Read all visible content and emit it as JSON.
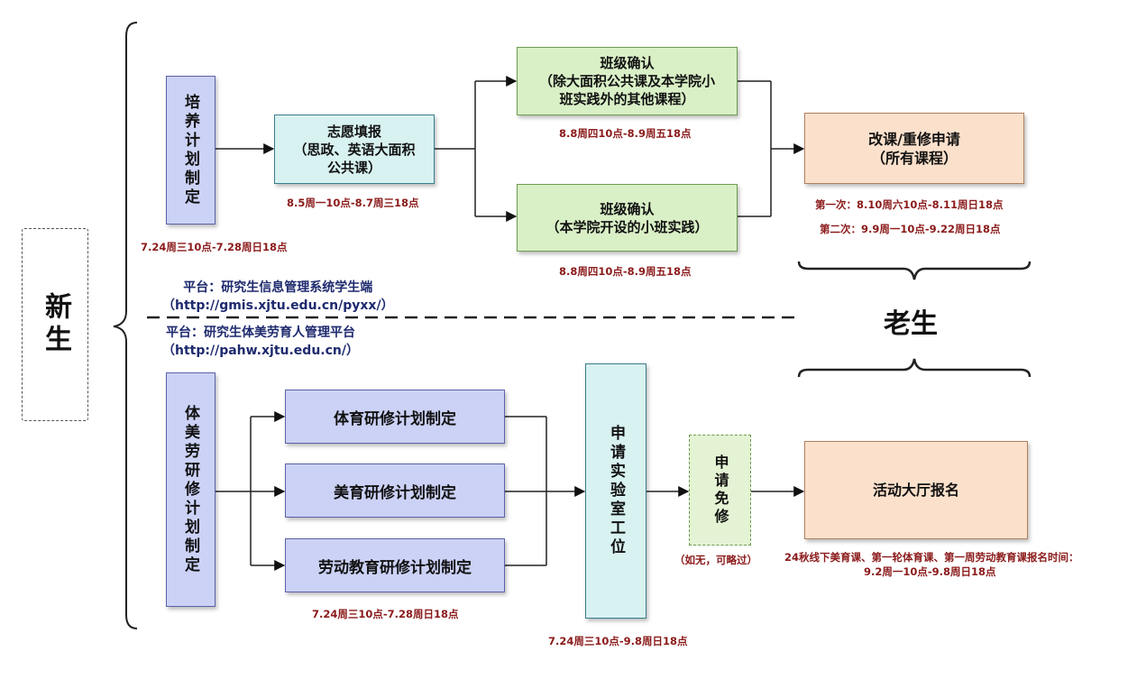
{
  "labels": {
    "new_student": "新生",
    "old_student": "老生"
  },
  "platforms": {
    "gmis": {
      "line1": "平台：研究生信息管理系统学生端",
      "line2": "（http://gmis.xjtu.edu.cn/pyxx/）"
    },
    "pahw": {
      "line1": "平台：研究生体美劳育人管理平台",
      "line2": "（http://pahw.xjtu.edu.cn/）"
    }
  },
  "upper_flow": {
    "plan": {
      "label": "培养计划制定",
      "date": "7.24周三10点-7.28周日18点"
    },
    "volunteer": {
      "line1": "志愿填报",
      "line2": "（思政、英语大面积",
      "line3": "公共课）",
      "date": "8.5周一10点-8.7周三18点"
    },
    "class_confirm_1": {
      "line1": "班级确认",
      "line2": "（除大面积公共课及本学院小",
      "line3": "班实践外的其他课程）",
      "date": "8.8周四10点-8.9周五18点"
    },
    "class_confirm_2": {
      "line1": "班级确认",
      "line2": "（本学院开设的小班实践）",
      "date": "8.8周四10点-8.9周五18点"
    },
    "change_course": {
      "line1": "改课/重修申请",
      "line2": "（所有课程）",
      "date1": "第一次：8.10周六10点-8.11周日18点",
      "date2": "第二次：9.9周一10点-9.22周日18点"
    }
  },
  "lower_flow": {
    "plan": {
      "label": "体美劳研修计划制定"
    },
    "pe": {
      "label": "体育研修计划制定"
    },
    "art": {
      "label": "美育研修计划制定"
    },
    "labor": {
      "label": "劳动教育研修计划制定",
      "date": "7.24周三10点-7.28周日18点"
    },
    "lab": {
      "label": "申请实验室工位",
      "date": "7.24周三10点-9.8周日18点"
    },
    "exempt": {
      "label": "申请免修",
      "note": "（如无，可略过）"
    },
    "signup": {
      "label": "活动大厅报名",
      "note1": "24秋线下美育课、第一轮体育课、第一周劳动教育课报名时间：",
      "note2": "9.2周一10点-9.8周日18点"
    }
  }
}
